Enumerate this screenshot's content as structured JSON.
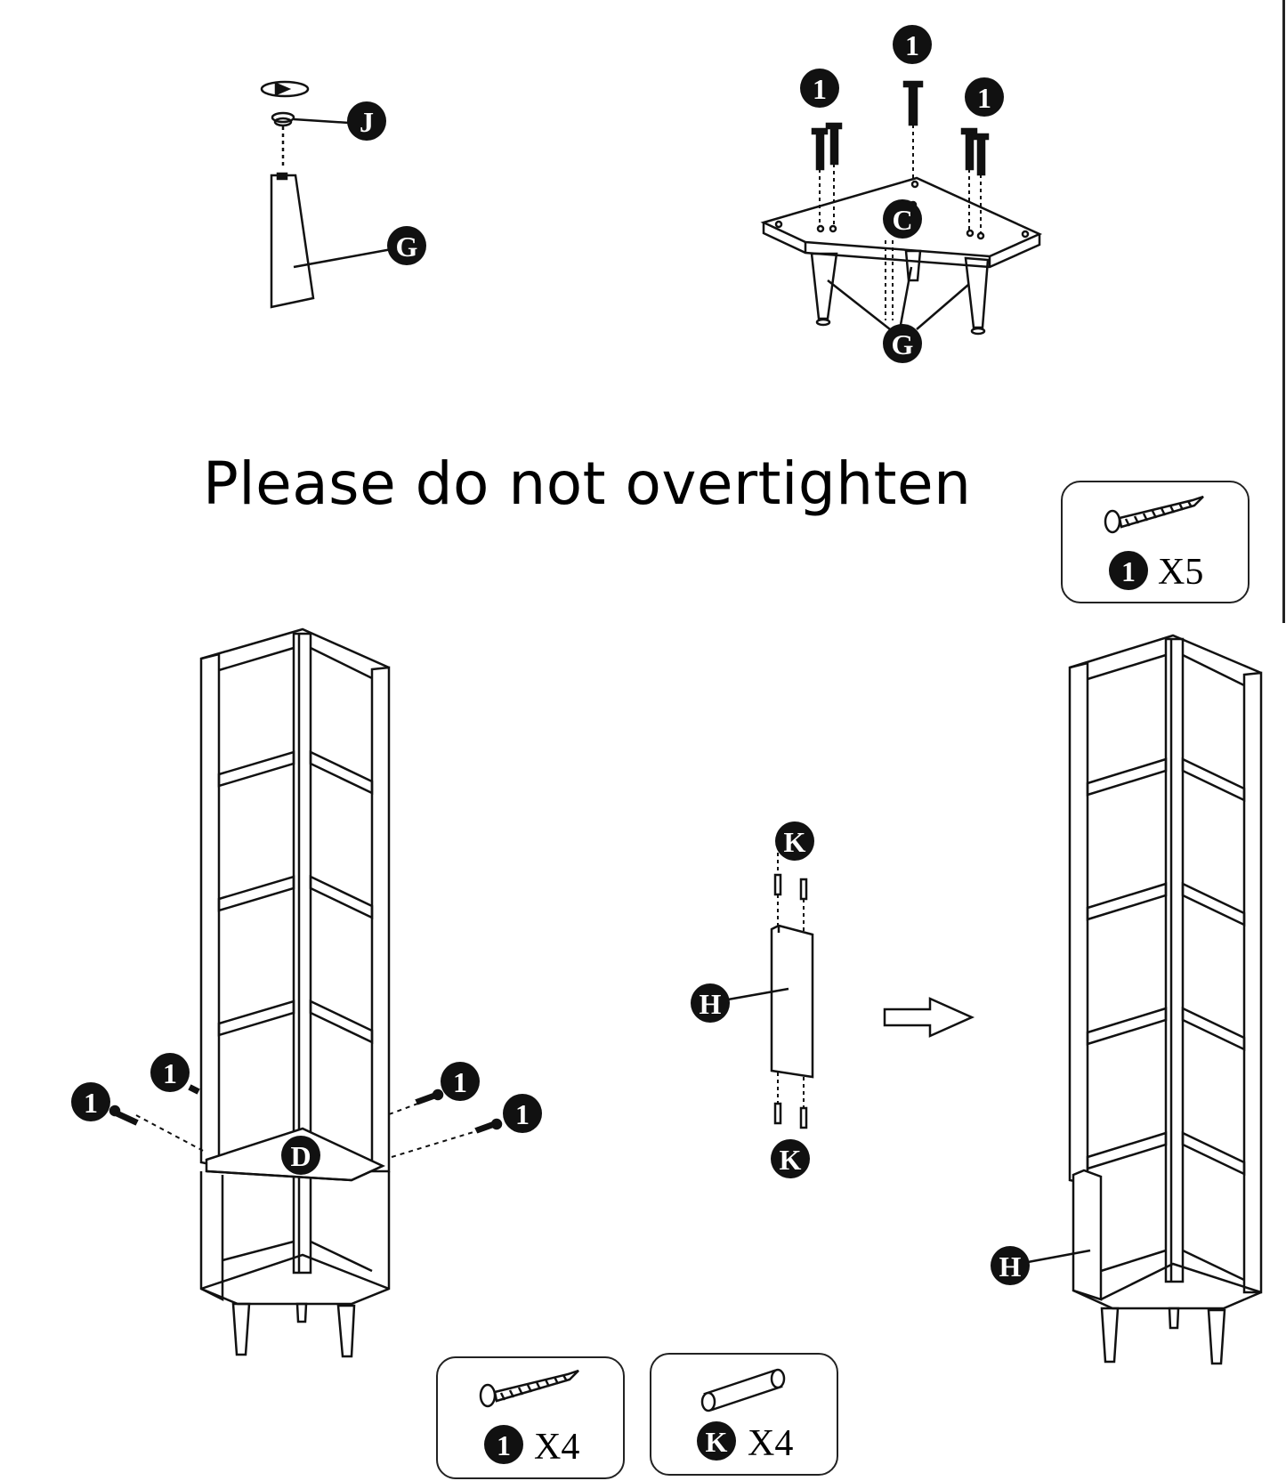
{
  "heading": "Please do not overtighten",
  "colors": {
    "ink": "#111111",
    "paper": "#ffffff"
  },
  "step1": {
    "leg_detail": {
      "foot_label": "J",
      "leg_label": "G"
    },
    "base_assembly": {
      "screw_label": "1",
      "base_label": "C",
      "legs_label": "G"
    }
  },
  "step2": {
    "left_unit": {
      "screw_label": "1",
      "shelf_label": "D"
    },
    "panel_detail": {
      "dowel_label": "K",
      "panel_label": "H"
    },
    "right_unit": {
      "panel_label": "H"
    },
    "arrow_icon": "right-arrow-icon"
  },
  "hardware": [
    {
      "id": "box-top",
      "part": "1",
      "count": "X5",
      "icon": "screw-icon"
    },
    {
      "id": "box-bottom-left",
      "part": "1",
      "count": "X4",
      "icon": "screw-icon"
    },
    {
      "id": "box-bottom-right",
      "part": "K",
      "count": "X4",
      "icon": "dowel-icon"
    }
  ]
}
